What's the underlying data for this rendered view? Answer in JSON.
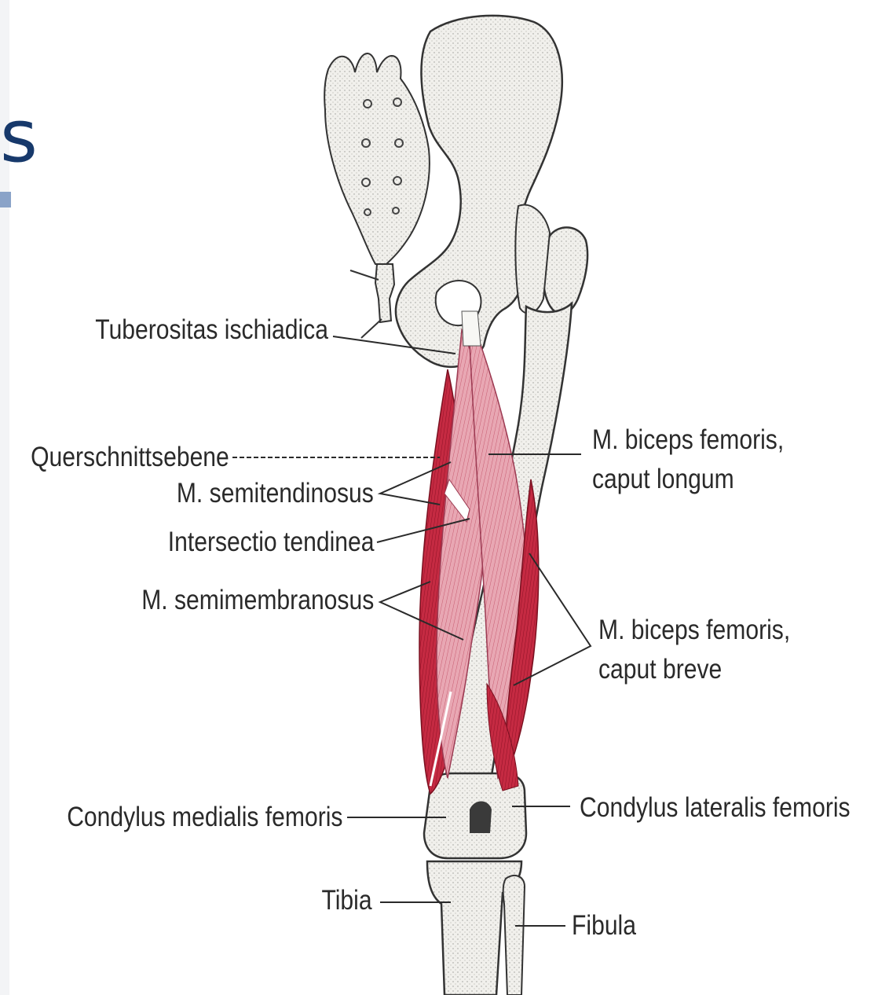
{
  "slide": {
    "title_fragment": "s"
  },
  "labels": {
    "tuberositas": "Tuberositas ischiadica",
    "querschnitt": "Querschnittsebene",
    "semitendinosus": "M. semitendinosus",
    "intersectio": "Intersectio tendinea",
    "semimembranosus": "M. semimembranosus",
    "condylus_medialis": "Condylus medialis femoris",
    "tibia": "Tibia",
    "biceps_longum_1": "M. biceps femoris,",
    "biceps_longum_2": "caput longum",
    "biceps_breve_1": "M. biceps femoris,",
    "biceps_breve_2": "caput breve",
    "condylus_lateralis": "Condylus lateralis femoris",
    "fibula": "Fibula"
  },
  "colors": {
    "muscle_dark": "#c0283f",
    "muscle_light": "#e6a9b4",
    "bone": "#efeeea",
    "title": "#17396b"
  }
}
